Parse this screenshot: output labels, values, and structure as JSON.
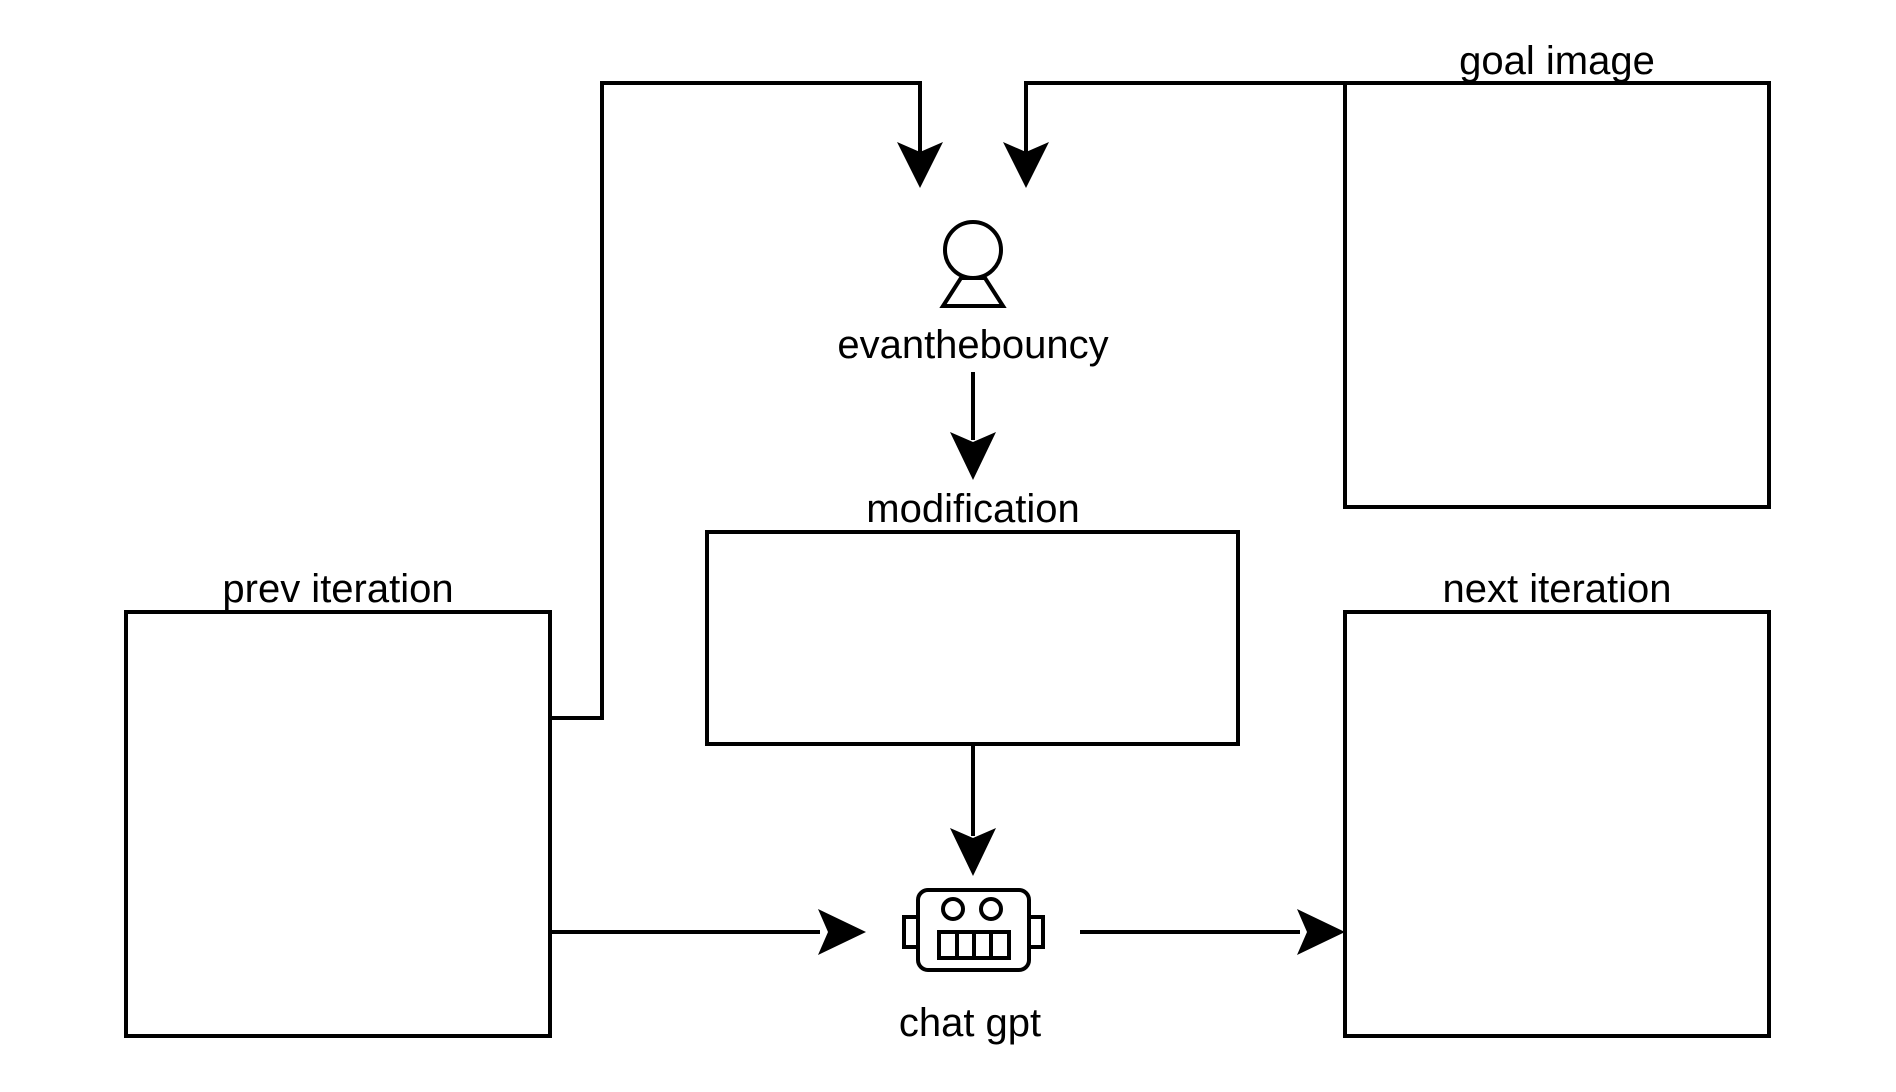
{
  "diagram": {
    "labels": {
      "goal_image": "goal image",
      "user": "evanthebouncy",
      "modification": "modification",
      "prev_iteration": "prev iteration",
      "next_iteration": "next iteration",
      "chat_gpt": "chat gpt"
    },
    "colors": {
      "stroke": "#000000",
      "background": "#ffffff"
    },
    "icons": {
      "user": "person-icon",
      "chat_gpt": "robot-icon"
    }
  }
}
